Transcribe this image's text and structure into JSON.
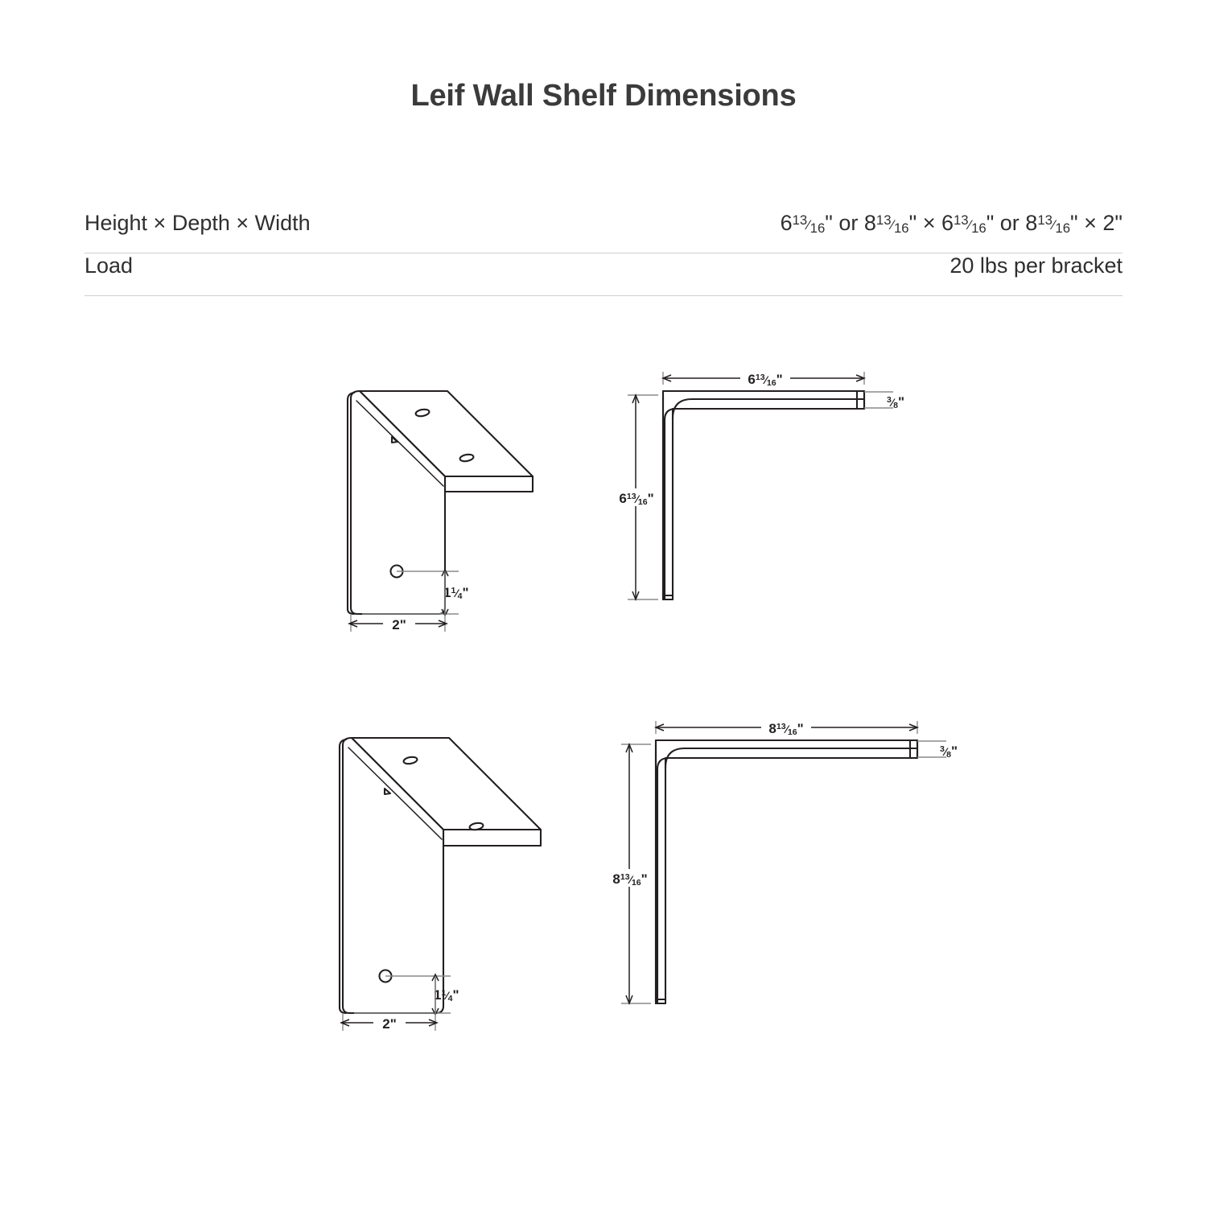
{
  "title": "Leif Wall Shelf Dimensions",
  "spec_table": {
    "rows": [
      {
        "label": "Height × Depth × Width",
        "value_parts": [
          {
            "whole": "6",
            "num": "13",
            "den": "16",
            "suffix": "\""
          },
          {
            "text": " or "
          },
          {
            "whole": "8",
            "num": "13",
            "den": "16",
            "suffix": "\" × "
          },
          {
            "whole": "6",
            "num": "13",
            "den": "16",
            "suffix": "\""
          },
          {
            "text": " or "
          },
          {
            "whole": "8",
            "num": "13",
            "den": "16",
            "suffix": "\" × 2\""
          }
        ],
        "value_plain": "6 13/16\" or 8 13/16\" × 6 13/16\" or 8 13/16\" × 2\""
      },
      {
        "label": "Load",
        "value_plain": "20 lbs per bracket"
      }
    ]
  },
  "drawings": {
    "bracket_small": {
      "name": "6-13/16 inch bracket",
      "iso_view": {
        "depth_label": {
          "whole": "2",
          "suffix": "\""
        },
        "hole_offset_label": {
          "whole": "1",
          "num": "1",
          "den": "4",
          "suffix": "\""
        }
      },
      "profile_view": {
        "arm_length_label": {
          "whole": "6",
          "num": "13",
          "den": "16",
          "suffix": "\""
        },
        "height_label": {
          "whole": "6",
          "num": "13",
          "den": "16",
          "suffix": "\""
        },
        "thickness_label": {
          "num": "3",
          "den": "8",
          "suffix": "\""
        }
      }
    },
    "bracket_large": {
      "name": "8-13/16 inch bracket",
      "iso_view": {
        "depth_label": {
          "whole": "2",
          "suffix": "\""
        },
        "hole_offset_label": {
          "whole": "1",
          "num": "1",
          "den": "4",
          "suffix": "\""
        }
      },
      "profile_view": {
        "arm_length_label": {
          "whole": "8",
          "num": "13",
          "den": "16",
          "suffix": "\""
        },
        "height_label": {
          "whole": "8",
          "num": "13",
          "den": "16",
          "suffix": "\""
        },
        "thickness_label": {
          "num": "3",
          "den": "8",
          "suffix": "\""
        }
      }
    }
  },
  "colors": {
    "background": "#ffffff",
    "ink": "#231f20",
    "text": "#2f2f2f",
    "divider": "#cfcfcf",
    "extension_line": "#8a8a8a"
  }
}
